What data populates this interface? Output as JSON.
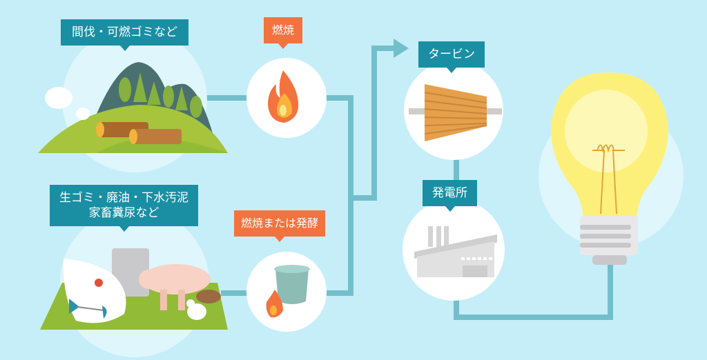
{
  "diagram": {
    "title": "Biomass power generation flow",
    "sources": [
      {
        "id": "forest",
        "label": "間伐・可燃ゴミなど",
        "icon": "forest-logs-icon"
      },
      {
        "id": "waste",
        "label_line1": "生ゴミ・廃油・下水汚泥",
        "label_line2": "家畜糞尿など",
        "icon": "food-waste-livestock-icon"
      }
    ],
    "processes": [
      {
        "id": "combustion",
        "label": "燃焼",
        "icon": "fire-icon"
      },
      {
        "id": "combustion_fermentation",
        "label": "燃焼または発酵",
        "icon": "fermentation-tank-fire-icon"
      }
    ],
    "turbine": {
      "label": "タービン",
      "icon": "turbine-icon"
    },
    "power_plant": {
      "label": "発電所",
      "icon": "factory-icon"
    },
    "output": {
      "icon": "light-bulb-icon"
    },
    "colors": {
      "background": "#c6eef8",
      "label_teal": "#1a8ea3",
      "label_orange": "#f3733f",
      "connector": "#72bfcb"
    }
  }
}
